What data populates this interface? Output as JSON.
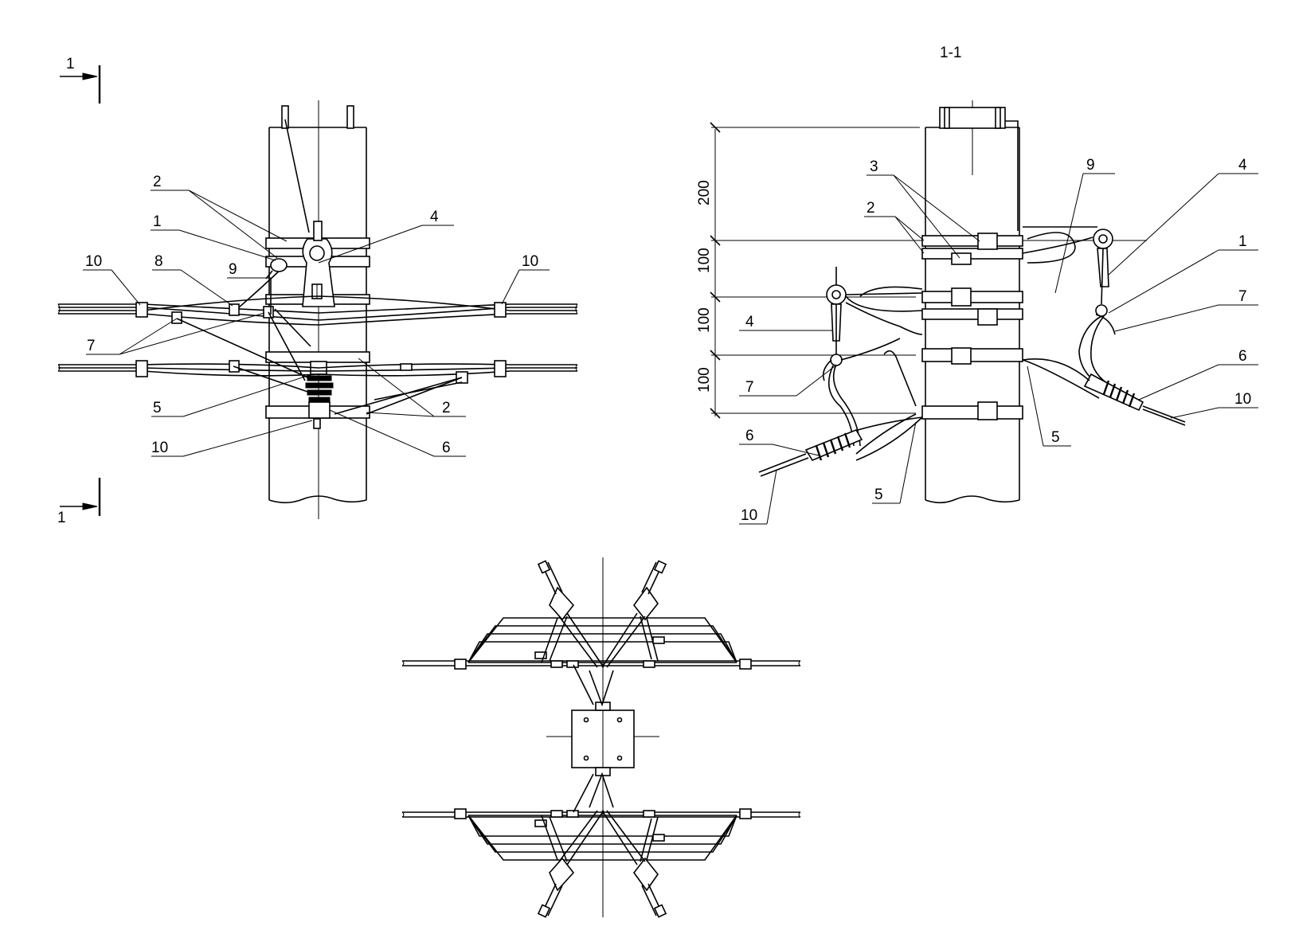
{
  "section_marks": {
    "top": "1",
    "bottom": "1",
    "view_title": "1-1"
  },
  "front_view_labels": [
    "2",
    "1",
    "9",
    "8",
    "10",
    "10",
    "4",
    "7",
    "5",
    "2",
    "10",
    "6"
  ],
  "side_view_labels": [
    "3",
    "2",
    "9",
    "4",
    "1",
    "7",
    "6",
    "10",
    "4",
    "7",
    "6",
    "10",
    "5",
    "5"
  ],
  "dimensions": [
    "200",
    "100",
    "100",
    "100"
  ],
  "colors": {
    "line": "#000000",
    "background": "#ffffff"
  }
}
